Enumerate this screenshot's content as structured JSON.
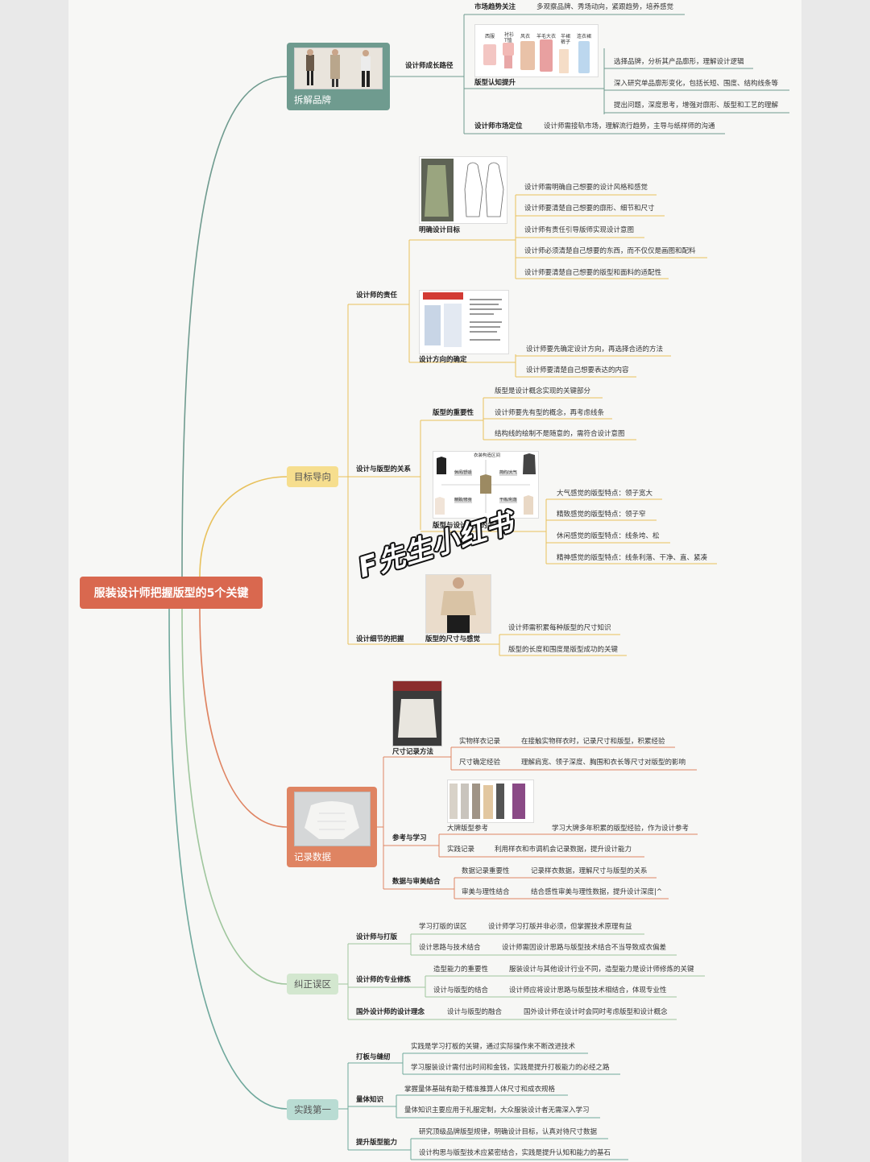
{
  "root": {
    "title": "服装设计师把握版型的5个关键"
  },
  "colors": {
    "root": "#d9684f",
    "b1": "#6f9b8f",
    "b2": "#e8c15c",
    "b3": "#df8462",
    "b4": "#9fc69d",
    "b5": "#6fa89c"
  },
  "b1": {
    "label": "拆解品牌",
    "path": "设计师成长路径",
    "c1": "市场趋势关注",
    "c1d": "多观察品牌、秀场动向，紧跟趋势，培养感觉",
    "c2": "版型认知提升",
    "c2items": [
      "选择品牌，分析其产品廓形，理解设计逻辑",
      "深入研究单品廓形变化，包括长短、围度、结构线条等",
      "提出问题，深度思考，增强对廓形、版型和工艺的理解"
    ],
    "c3": "设计师市场定位",
    "c3d": "设计师需接轨市场，理解流行趋势，主导与纸样师的沟通",
    "garments": [
      "西服",
      "衬衫 T恤",
      "风衣",
      "羊毛大衣",
      "半裙 裤子",
      "连衣裙"
    ]
  },
  "b2": {
    "label": "目标导向",
    "s1": "设计师的责任",
    "s1a": "明确设计目标",
    "s1aitems": [
      "设计师需明确自己想要的设计风格和感觉",
      "设计师要清楚自己想要的廓形、细节和尺寸",
      "设计师有责任引导版师实现设计意图",
      "设计师必须清楚自己想要的东西，而不仅仅是画图和配料",
      "设计师要清楚自己想要的版型和面料的适配性"
    ],
    "s1b": "设计方向的确定",
    "s1bitems": [
      "设计师要先确定设计方向，再选择合适的方法",
      "设计师要清楚自己想要表达的内容"
    ],
    "s2": "设计与版型的关系",
    "s2a": "版型的重要性",
    "s2aitems": [
      "版型是设计概念实现的关键部分",
      "设计师要先有型的概念，再考虑线条",
      "结构线的绘制不是随意的，需符合设计意图"
    ],
    "s2b": "版型与设计感觉的关系",
    "s2bitems": [
      "大气感觉的版型特点：领子宽大",
      "精致感觉的版型特点：领子窄",
      "休闲感觉的版型特点：线条垮、松",
      "精神感觉的版型特点：线条利落、干净、直、紧凑"
    ],
    "s3": "设计细节的把握",
    "s3a": "版型的尺寸与感觉",
    "s3aitems": [
      "设计师需积累每种版型的尺寸知识",
      "版型的长度和围度是版型成功的关键"
    ]
  },
  "b3": {
    "label": "记录数据",
    "s1": "尺寸记录方法",
    "s1rows": [
      {
        "k": "实物样衣记录",
        "v": "在接触实物样衣时，记录尺寸和版型，积累经验"
      },
      {
        "k": "尺寸确定经验",
        "v": "理解肩宽、领子深度、胸围和衣长等尺寸对版型的影响"
      }
    ],
    "s2": "参考与学习",
    "s2rows": [
      {
        "k": "大牌版型参考",
        "v": "学习大牌多年积累的版型经验，作为设计参考"
      },
      {
        "k": "实践记录",
        "v": "利用样衣和市调机会记录数据，提升设计能力"
      }
    ],
    "s3": "数据与审美结合",
    "s3rows": [
      {
        "k": "数据记录重要性",
        "v": "记录样衣数据，理解尺寸与版型的关系"
      },
      {
        "k": "审美与理性结合",
        "v": "结合感性审美与理性数据，提升设计深度|^"
      }
    ]
  },
  "b4": {
    "label": "纠正误区",
    "s1": "设计师与打版",
    "s1rows": [
      {
        "k": "学习打版的误区",
        "v": "设计师学习打版并非必须，但掌握技术原理有益"
      },
      {
        "k": "设计思路与技术结合",
        "v": "设计师需因设计思路与版型技术结合不当导致成衣偏差"
      }
    ],
    "s2": "设计师的专业修炼",
    "s2rows": [
      {
        "k": "造型能力的重要性",
        "v": "服装设计与其他设计行业不同，造型能力是设计师修炼的关键"
      },
      {
        "k": "设计与版型的结合",
        "v": "设计师应将设计思路与版型技术相结合，体现专业性"
      }
    ],
    "s3": "国外设计师的设计理念",
    "s3rows": [
      {
        "k": "设计与版型的融合",
        "v": "国外设计师在设计时会同时考虑版型和设计概念"
      }
    ]
  },
  "b5": {
    "label": "实践第一",
    "s1": "打板与缝纫",
    "s1items": [
      "实践是学习打板的关键，通过实际操作来不断改进技术",
      "学习服装设计需付出时间和金钱，实践是提升打板能力的必经之路"
    ],
    "s2": "量体知识",
    "s2items": [
      "掌握量体基础有助于精准推算人体尺寸和成衣规格",
      "量体知识主要应用于礼服定制，大众服装设计者无需深入学习"
    ],
    "s3": "提升版型能力",
    "s3items": [
      "研究顶级品牌版型规律，明确设计目标，认真对待尺寸数据",
      "设计构思与版型技术应紧密结合，实践是提升认知和能力的基石"
    ]
  },
  "watermark": "F先生小红书",
  "fig": {
    "title": "衣装构造区间",
    "cells": [
      "休闲/舒适",
      "简约/大气",
      "精致/修身",
      "干练/利落"
    ]
  }
}
